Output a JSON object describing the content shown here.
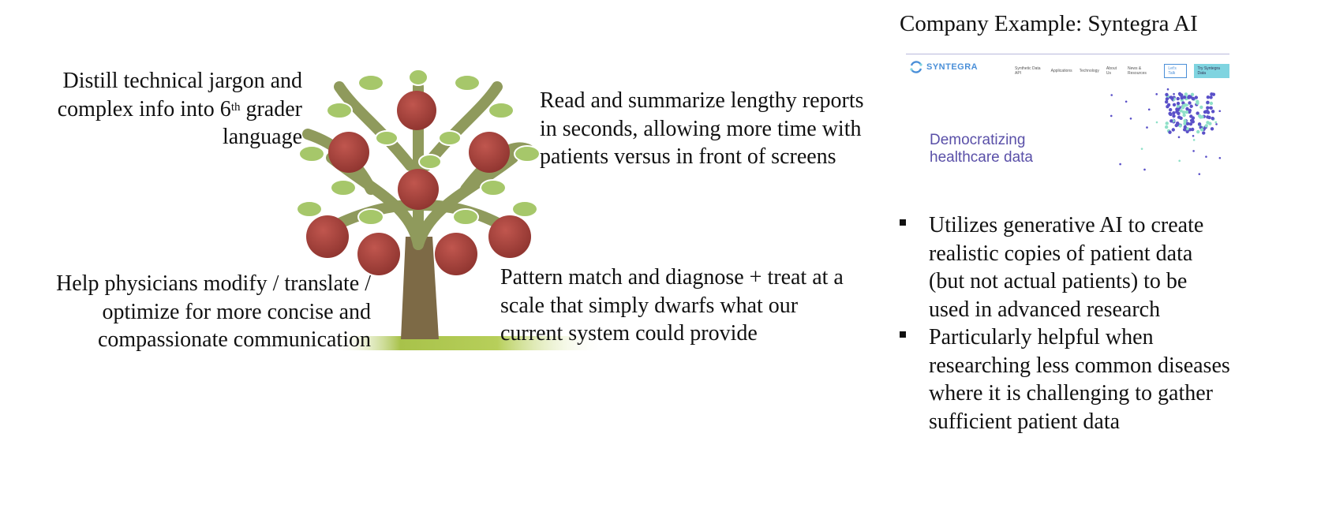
{
  "tree": {
    "top_left": {
      "text_before": "Distill technical jargon and complex info into 6",
      "superscript": "th",
      "text_after": " grader language"
    },
    "top_right": "Read and summarize lengthy reports in seconds, allowing more time with patients versus in front of screens",
    "bottom_left": "Help physicians modify / translate / optimize for more concise and compassionate communication",
    "bottom_right": "Pattern match and diagnose + treat at a scale that simply dwarfs what our current system could provide",
    "colors": {
      "apple": "#a8423c",
      "branch": "#8f9a5c",
      "leaf": "#a6c76a",
      "trunk": "#7d6a46"
    }
  },
  "company": {
    "title": "Company Example: Syntegra AI",
    "screenshot": {
      "logo": "SYNTEGRA",
      "nav": [
        "Synthetic Data API",
        "Applications",
        "Technology",
        "About Us",
        "News & Resources"
      ],
      "btn_talk": "Let's Talk",
      "btn_try": "Try Syntegra Data",
      "hero": [
        "Democratizing",
        "healthcare data"
      ],
      "hero_color": "#5a50a8"
    },
    "bullets": [
      "Utilizes generative AI to create realistic copies of patient data (but not actual patients) to be used in advanced research",
      "Particularly helpful when researching less common diseases where it is challenging to gather sufficient patient data"
    ]
  }
}
